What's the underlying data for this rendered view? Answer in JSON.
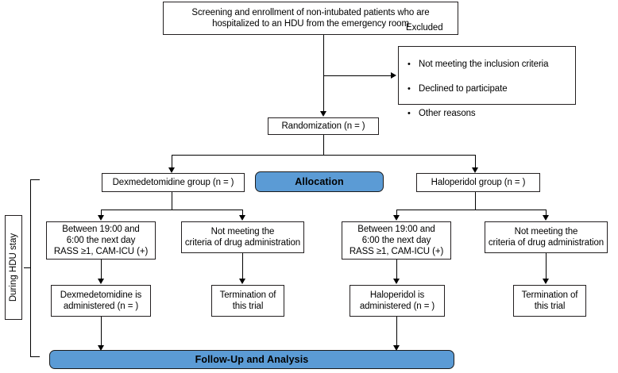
{
  "diagram": {
    "title": "CONSORT-style trial flow diagram",
    "colors": {
      "banner_fill": "#5b9bd5",
      "box_border": "#231f20",
      "line": "#000000",
      "background": "#ffffff"
    }
  },
  "nodes": {
    "screening": "Screening and enrollment of non-intubated patients who are\nhospitalized to an HDU from the emergency room",
    "excluded": {
      "title": "Excluded",
      "items": [
        "Not meeting the inclusion criteria",
        "Declined to participate",
        "Other reasons"
      ]
    },
    "randomization": "Randomization (n = )",
    "allocation_banner": "Allocation",
    "dex_group": "Dexmedetomidine group (n = )",
    "hal_group": "Haloperidol group (n = )",
    "dex_criteria_met": "Between 19:00 and\n6:00 the next day\nRASS ≥1, CAM-ICU (+)",
    "dex_criteria_not_met": "Not meeting the\ncriteria of drug administration",
    "hal_criteria_met": "Between 19:00 and\n6:00 the next day\nRASS ≥1, CAM-ICU (+)",
    "hal_criteria_not_met": "Not meeting the\ncriteria of drug administration",
    "dex_administered": "Dexmedetomidine is\nadministered (n = )",
    "dex_terminated": "Termination of\nthis trial",
    "hal_administered": "Haloperidol is\nadministered (n = )",
    "hal_terminated": "Termination of\nthis trial",
    "followup_banner": "Follow-Up and Analysis",
    "side_label": "During HDU stay"
  }
}
